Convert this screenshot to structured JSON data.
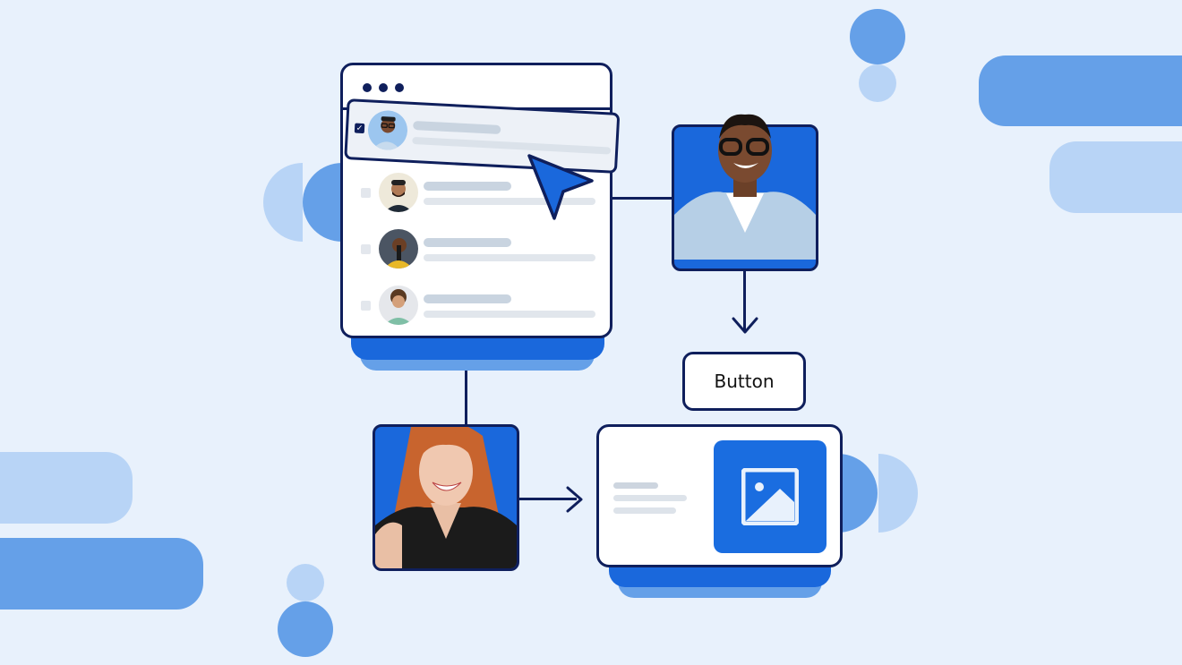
{
  "scene": {
    "description": "Illustration of a UI workflow: a list window with a selected user row, profile photos connected by arrows, a button and an image card",
    "colors": {
      "background": "#e8f1fc",
      "navy_outline": "#0f1f5c",
      "primary_blue": "#1a68dc",
      "mid_blue": "#65a0e8",
      "light_blue": "#b8d4f6"
    }
  },
  "list_window": {
    "window_controls": [
      "dot",
      "dot",
      "dot"
    ],
    "selected_row": {
      "checked": true,
      "avatar": "man-glasses-avatar"
    },
    "rows": [
      {
        "checked": false,
        "avatar": "bearded-man-avatar"
      },
      {
        "checked": false,
        "avatar": "woman-yellow-avatar"
      },
      {
        "checked": false,
        "avatar": "curly-man-avatar"
      }
    ]
  },
  "cursor": {
    "icon": "pointer-cursor-icon",
    "color": "#1a68dc"
  },
  "photos": {
    "man": {
      "label": "man-with-glasses-photo"
    },
    "woman": {
      "label": "smiling-woman-photo"
    }
  },
  "button": {
    "label": "Button"
  },
  "image_card": {
    "icon": "image-icon",
    "text_lines": 3
  }
}
